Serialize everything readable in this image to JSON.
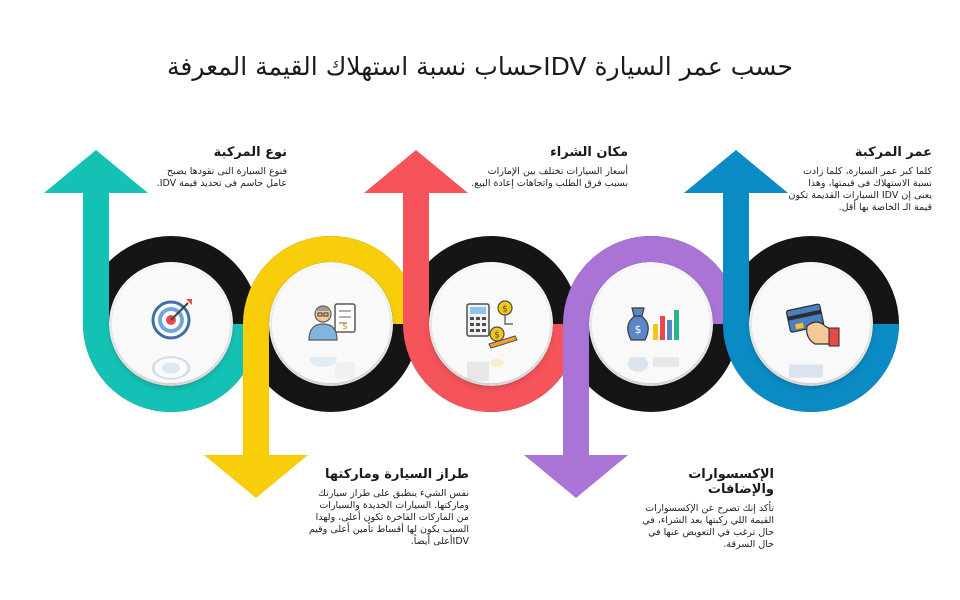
{
  "title": "حسب عمر السيارة IDVحساب نسبة استهلاك القيمة المعرفة",
  "colors": {
    "teal": "#14C1B5",
    "yellow": "#F8CD0A",
    "red": "#F4545A",
    "purple": "#A974D6",
    "blue": "#0A8BC4",
    "dark": "#151515"
  },
  "stages": [
    {
      "heading": "نوع المركبة",
      "text": "فنوع السيارة التى تقودها يصبح عامل حاسم فى تحديد قيمة IDV.",
      "color": "teal",
      "icon": "target-icon"
    },
    {
      "heading": "طراز السيارة وماركتها",
      "text": "نفس الشيء ينطبق على طراز سيارتك وماركتها. السيارات الجديدة والسيارات من الماركات الفاخرة تكون أعلى، ولهذا السبب يكون لها أقساط تأمين أعلى وقيم IDVأعلى أيضاً.",
      "color": "yellow",
      "icon": "person-document-icon"
    },
    {
      "heading": "مكان الشراء",
      "text": "أسعار السيارات تختلف بين الإمارات بسبب فرق الطلب واتجاهات إعادة البيع.",
      "color": "red",
      "icon": "calculator-coins-icon"
    },
    {
      "heading": "الإكسسوارات والإضافات",
      "text": "تأكد إنك تصرح عن الإكسسوارات القيمة اللي ركبتها بعد الشراء، في حال ترغب في التعويض عنها في حال السرقة.",
      "color": "purple",
      "icon": "money-bag-chart-icon"
    },
    {
      "heading": "عمر المركبة",
      "text": "كلما كبر عمر السيارة، كلما زادت نسبة الاستهلاك فى قيمتها، وهذا يعنى إن IDV السيارات القديمة تكون قيمة الـ الخاصة بها أقل.",
      "color": "blue",
      "icon": "card-hand-icon"
    }
  ]
}
